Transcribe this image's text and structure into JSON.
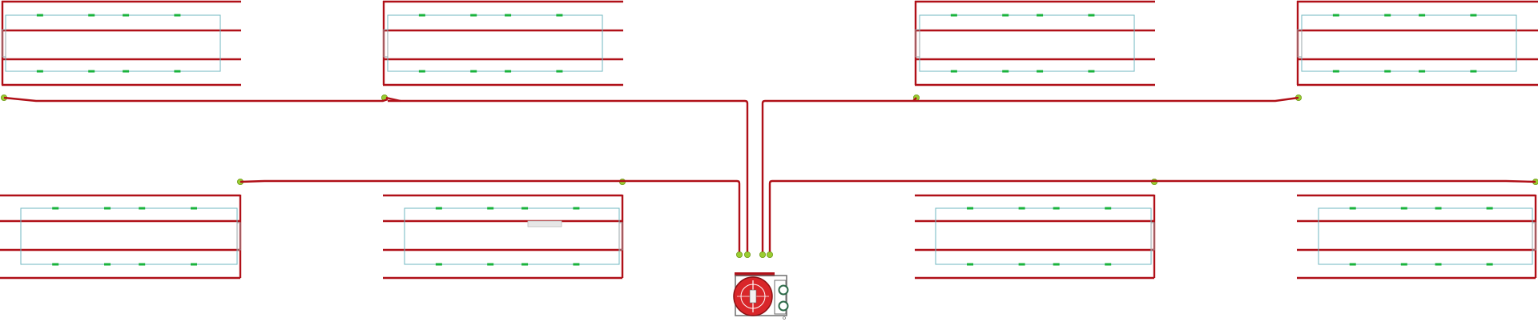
{
  "colors": {
    "pipe": "#b01018",
    "pipe_dark": "#8a0c12",
    "loop": "#6fb7c0",
    "node": "#9acd32",
    "node_stroke": "#6e9a16",
    "marker": "#1ab33c",
    "unit_red": "#d9262a",
    "unit_frame": "#6e6e6e",
    "gray_box": "#e6e6e6"
  },
  "icons": {
    "junction": "junction-node-icon",
    "emitter": "emitter-marker-icon",
    "pump": "pump-unit-icon",
    "gauge": "pressure-gauge-icon"
  },
  "diagram": {
    "zones": [
      {
        "id": "zone-1",
        "row": "top",
        "manifold_side": "left"
      },
      {
        "id": "zone-2",
        "row": "top",
        "manifold_side": "left"
      },
      {
        "id": "zone-3",
        "row": "top",
        "manifold_side": "left"
      },
      {
        "id": "zone-4",
        "row": "top",
        "manifold_side": "left"
      },
      {
        "id": "zone-5",
        "row": "bottom",
        "manifold_side": "right"
      },
      {
        "id": "zone-6",
        "row": "bottom",
        "manifold_side": "right"
      },
      {
        "id": "zone-7",
        "row": "bottom",
        "manifold_side": "right"
      },
      {
        "id": "zone-8",
        "row": "bottom",
        "manifold_side": "right"
      }
    ],
    "laterals_per_zone": 4,
    "emitters_per_loop_row": 4
  }
}
